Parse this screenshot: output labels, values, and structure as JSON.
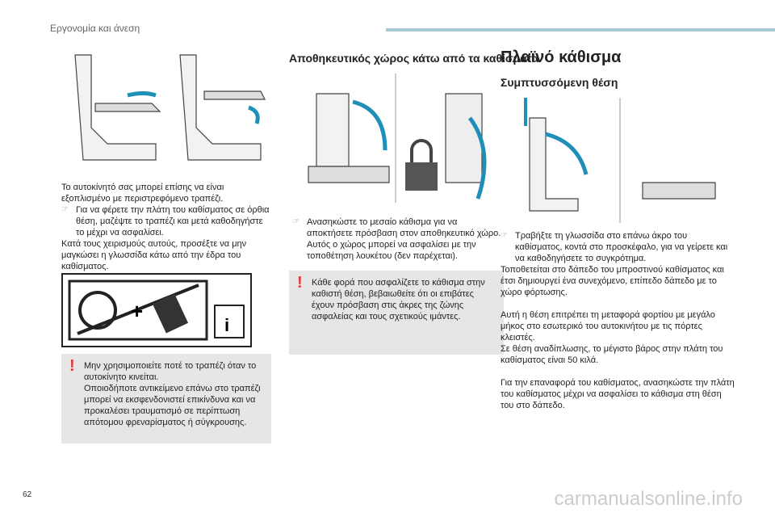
{
  "header": {
    "section": "Εργονομία και άνεση"
  },
  "page_number": "62",
  "watermark": "carmanualsonline.info",
  "col1": {
    "intro": "Το αυτοκίνητό σας μπορεί επίσης να είναι εξοπλισμένο με περιστρεφόμενο τραπέζι.",
    "bullet": "Για να φέρετε την πλάτη του καθίσματος σε όρθια θέση, μαζέψτε το τραπέζι και μετά καθοδηγήστε το μέχρι να ασφαλίσει.",
    "note": "Κατά τους χειρισμούς αυτούς, προσέξτε να μην μαγκώσει η γλωσσίδα κάτω από την έδρα του καθίσματος.",
    "warning": [
      "Μην χρησιμοποιείτε ποτέ το τραπέζι όταν το αυτοκίνητο κινείται.",
      "Οποιοδήποτε αντικείμενο επάνω στο τραπέζι μπορεί να εκσφενδονιστεί επικίνδυνα και να προκαλέσει τραυματισμό σε περίπτωση απότομου φρεναρίσματος ή σύγκρουσης."
    ]
  },
  "col2": {
    "title": "Αποθηκευτικός χώρος κάτω από τα καθίσματα",
    "bullet": "Ανασηκώστε το μεσαίο κάθισμα για να αποκτήσετε πρόσβαση στον αποθηκευτικό χώρο. Αυτός ο χώρος μπορεί να ασφαλίσει με την τοποθέτηση λουκέτου (δεν παρέχεται).",
    "warning": "Κάθε φορά που ασφαλίζετε το κάθισμα στην καθιστή θέση, βεβαιωθείτε ότι οι επιβάτες έχουν πρόσβαση στις άκρες της ζώνης ασφαλείας και τους σχετικούς ιμάντες."
  },
  "col3": {
    "title": "Πλαϊνό κάθισμα",
    "subtitle": "Συμπτυσσόμενη θέση",
    "bullet": "Τραβήξτε τη γλωσσίδα στο επάνω άκρο του καθίσματος, κοντά στο προσκέφαλο, για να γείρετε και να καθοδηγήσετε το συγκρότημα.",
    "p1": "Τοποθετείται στο δάπεδο του μπροστινού καθίσματος και έτσι δημιουργεί ένα συνεχόμενο, επίπεδο δάπεδο με το χώρο φόρτωσης.",
    "p2": "Αυτή η θέση επιτρέπει τη μεταφορά φορτίου με μεγάλο μήκος στο εσωτερικό του αυτοκινήτου με τις πόρτες κλειστές.",
    "p3": "Σε θέση αναδίπλωσης, το μέγιστο βάρος στην πλάτη του καθίσματος είναι 50 κιλά.",
    "p4": "Για την επαναφορά του καθίσματος, ανασηκώστε την πλάτη του καθίσματος μέχρι να ασφαλίσει το κάθισμα στη θέση του στο δάπεδο."
  },
  "colors": {
    "accent": "#1f8fb8",
    "warning": "#e23a3a",
    "panel": "#e6e6e6"
  }
}
